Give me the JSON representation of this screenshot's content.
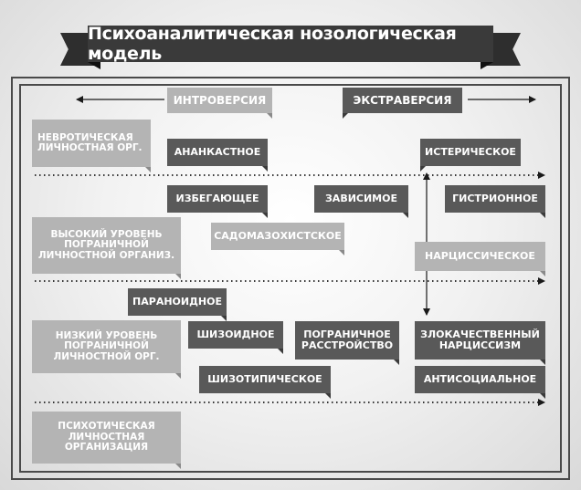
{
  "title": "Психоаналитическая нозологическая модель",
  "axis": {
    "left": "ИНТРОВЕРСИЯ",
    "right": "ЭКСТРАВЕРСИЯ"
  },
  "levels": {
    "neurotic": "НЕВРОТИЧЕСКАЯ\nЛИЧНОСТНАЯ ОРГ.",
    "high_borderline": "ВЫСОКИЙ УРОВЕНЬ\nПОГРАНИЧНОЙ\nЛИЧНОСТНОЙ ОРГАНИЗ.",
    "low_borderline": "НИЗКИЙ УРОВЕНЬ\nПОГРАНИЧНОЙ\nЛИЧНОСТНОЙ ОРГ.",
    "psychotic": "ПСИХОТИЧЕСКАЯ\nЛИЧНОСТНАЯ\nОРГАНИЗАЦИЯ"
  },
  "disorders": {
    "anankastic": "АНАНКАСТНОЕ",
    "hysteric": "ИСТЕРИЧЕСКОЕ",
    "avoidant": "ИЗБЕГАЮЩЕЕ",
    "dependent": "ЗАВИСИМОЕ",
    "histrionic": "ГИСТРИОННОЕ",
    "sadomasochistic": "САДОМАЗОХИСТСКОЕ",
    "narcissistic": "НАРЦИССИЧЕСКОЕ",
    "paranoid": "ПАРАНОИДНОЕ",
    "schizoid": "ШИЗОИДНОЕ",
    "borderline": "ПОГРАНИЧНОЕ\nРАССТРОЙСТВО",
    "malignant_narcissism": "ЗЛОКАЧЕСТВЕННЫЙ\nНАРЦИССИЗМ",
    "schizotypal": "ШИЗОТИПИЧЕСКОЕ",
    "antisocial": "АНТИСОЦИАЛЬНОЕ"
  }
}
